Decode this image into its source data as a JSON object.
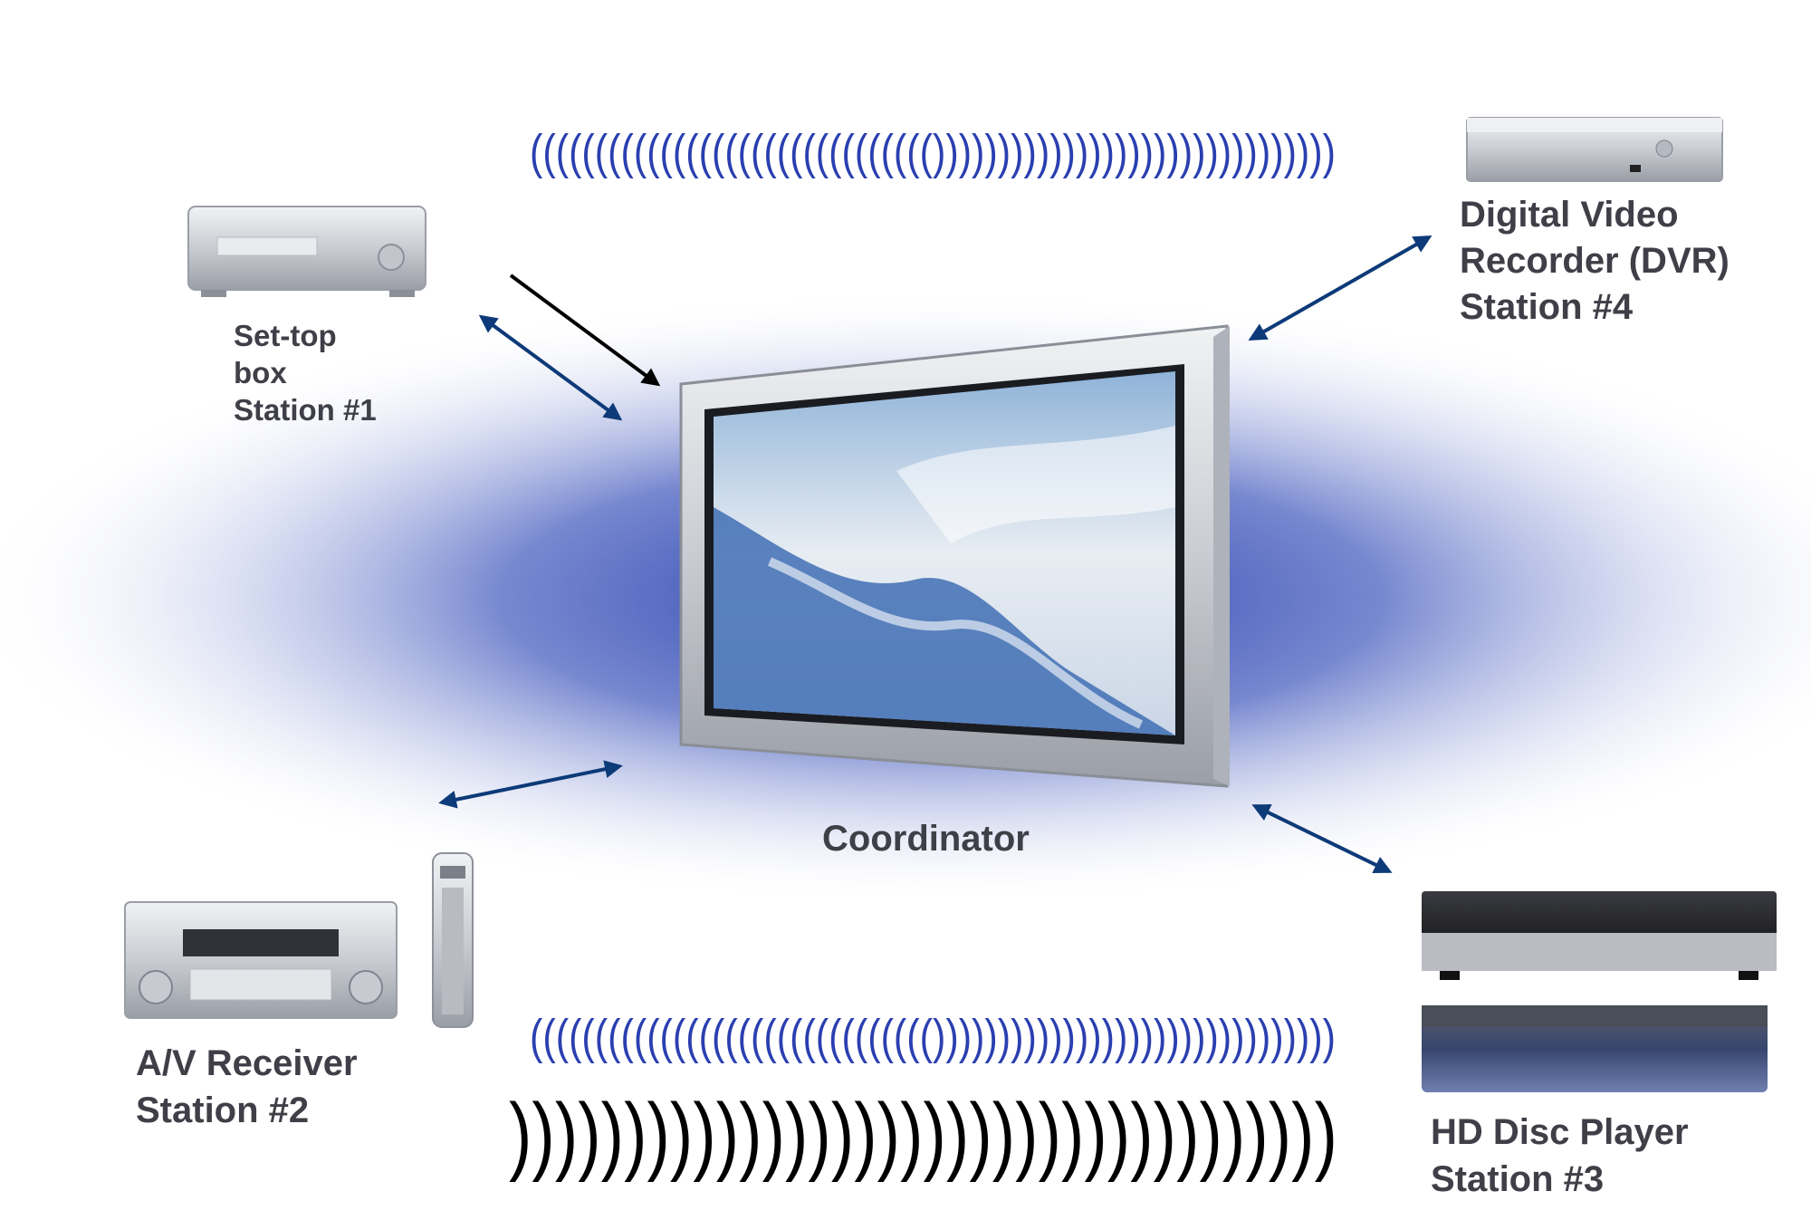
{
  "diagram": {
    "coordinator": {
      "label": "Coordinator"
    },
    "stations": [
      {
        "id": "set-top-box",
        "lines": [
          "Set-top",
          "box",
          "Station #1"
        ]
      },
      {
        "id": "av-receiver",
        "lines": [
          "A/V Receiver",
          "Station #2"
        ]
      },
      {
        "id": "hd-disc-player",
        "lines": [
          "HD Disc Player",
          "Station #3"
        ]
      },
      {
        "id": "dvr",
        "lines": [
          "Digital Video",
          "Recorder (DVR)",
          "Station #4"
        ]
      }
    ],
    "signals": {
      "top": "((((((((((((((((((((((((((((((()))))))))))))))))))))))))))))))",
      "bottom": "((((((((((((((((((((((((((((((()))))))))))))))))))))))))))))))",
      "outgoing": "))))))))))))))))))))))))))))))))))))"
    },
    "colors": {
      "accent": "#1e3a9c",
      "arrow": "#0d3a78",
      "device_silver": "#d3d5da",
      "text": "#3f3f48"
    }
  }
}
